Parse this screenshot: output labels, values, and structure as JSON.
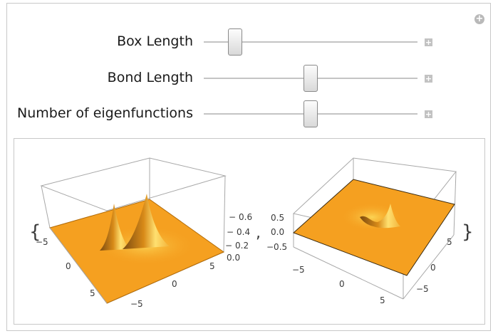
{
  "controls": [
    {
      "label": "Box Length",
      "value": 0.15
    },
    {
      "label": "Bond Length",
      "value": 0.5
    },
    {
      "label": "Number of eigenfunctions",
      "value": 0.5
    }
  ],
  "icons": {
    "expand": "plus-circle-icon",
    "stepper": "plus-square-icon"
  },
  "colors": {
    "surface": "#f5a020",
    "surface_edge": "#c87808",
    "highlight": "#fde060",
    "peak": "#ffd84a"
  },
  "output": {
    "open_brace": "{",
    "separator": ",",
    "close_brace": "}",
    "plot1": {
      "z_ticks": [
        "0.6",
        "0.4",
        "0.2",
        "0.0"
      ],
      "y_ticks": [
        "−5",
        "0",
        "5"
      ],
      "x_ticks": [
        "−5",
        "0",
        "5"
      ]
    },
    "plot2": {
      "z_ticks": [
        "0.5",
        "0.0",
        "−0.5"
      ],
      "x_ticks": [
        "−5",
        "0",
        "5"
      ],
      "y_ticks": [
        "5",
        "0",
        "−5"
      ]
    }
  }
}
